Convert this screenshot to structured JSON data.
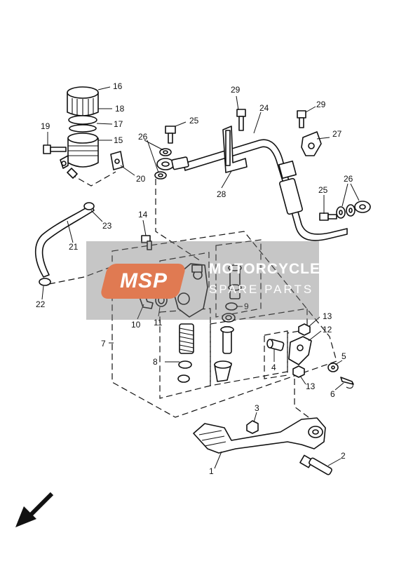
{
  "callouts": {
    "c1": "1",
    "c2": "2",
    "c3": "3",
    "c4": "4",
    "c5": "5",
    "c6": "6",
    "c7": "7",
    "c8": "8",
    "c9": "9",
    "c10": "10",
    "c11": "11",
    "c12": "12",
    "c13a": "13",
    "c13b": "13",
    "c14": "14",
    "c15": "15",
    "c16": "16",
    "c17": "17",
    "c18": "18",
    "c19": "19",
    "c20": "20",
    "c21": "21",
    "c22": "22",
    "c23": "23",
    "c24": "24",
    "c25a": "25",
    "c25b": "25",
    "c26a": "26",
    "c26b": "26",
    "c27": "27",
    "c28": "28",
    "c29a": "29",
    "c29b": "29"
  },
  "watermark": {
    "logo": "MSP",
    "line1": "MOTORCYCLE",
    "line2": "SPARE PARTS",
    "logo_color": "#e07a52",
    "band_color": "#7a7a7a"
  },
  "icons": {
    "direction": "front-arrow-icon"
  }
}
